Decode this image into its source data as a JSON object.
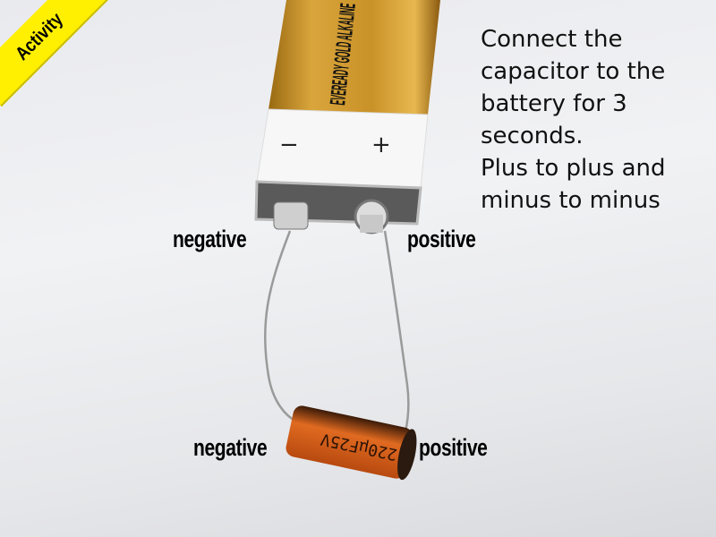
{
  "badge": {
    "label": "Activity",
    "color": "#ffef00"
  },
  "instructions": {
    "lines": [
      "Connect the",
      "capacitor to the",
      "battery for 3",
      "seconds.",
      "Plus to plus and",
      "minus to minus"
    ]
  },
  "photo": {
    "battery_brand": "EVEREADY GOLD ALKALINE",
    "battery_minus": "−",
    "battery_plus": "+",
    "capacitor_marking": "220µF25V"
  },
  "labels": {
    "battery_negative": "negative",
    "battery_positive": "positive",
    "capacitor_negative": "negative",
    "capacitor_positive": "positive"
  }
}
